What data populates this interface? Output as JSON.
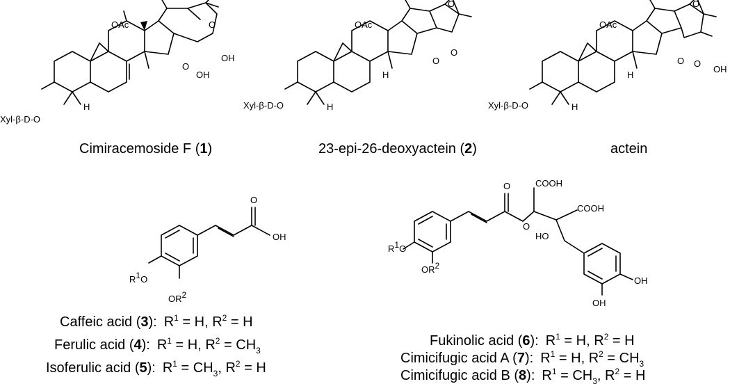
{
  "compounds": {
    "c1": {
      "name_pre": "Cimiracemoside F (",
      "num": "1",
      "name_post": ")"
    },
    "c2": {
      "name_pre": "23-epi-26-deoxyactein (",
      "num": "2",
      "name_post": ")"
    },
    "c3": {
      "name": "actein"
    }
  },
  "atom_labels": {
    "xyl": "Xyl-β-D-O",
    "oac": "OAc",
    "o": "O",
    "oh": "OH",
    "h": "H",
    "r1o": "R",
    "r1o_sup": "1",
    "r1o_tail": "O",
    "or2": "OR",
    "or2_sup": "2",
    "cooh": "COOH",
    "ho": "HO"
  },
  "acids_left": [
    {
      "name": "Caffeic acid (",
      "num": "3",
      "close": "):",
      "r1": "H",
      "r2": "H"
    },
    {
      "name": "Ferulic acid (",
      "num": "4",
      "close": "):",
      "r1": "H",
      "r2": "CH",
      "r2_sub": "3"
    },
    {
      "name": "Isoferulic acid (",
      "num": "5",
      "close": "):",
      "r1": "CH",
      "r1_sub": "3",
      "r2": "H"
    }
  ],
  "acids_right": [
    {
      "name": "Fukinolic acid (",
      "num": "6",
      "close": "):",
      "r1": "H",
      "r2": "H"
    },
    {
      "name": "Cimicifugic acid A (",
      "num": "7",
      "close": "):",
      "r1": "H",
      "r2": "CH",
      "r2_sub": "3"
    },
    {
      "name": "Cimicifugic acid B (",
      "num": "8",
      "close": "):",
      "r1": "CH",
      "r1_sub": "3",
      "r2": "H"
    }
  ]
}
